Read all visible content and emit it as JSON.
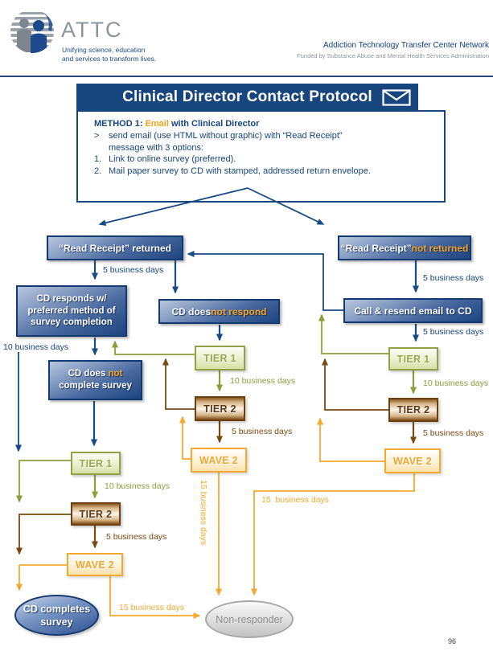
{
  "header": {
    "logo": "ATTC",
    "tagline": "Unifying science, education\nand services to transform lives.",
    "network_name": "Addiction Technology Transfer Center Network",
    "funding_note": "Funded by Substance Abuse and Mental Health Services Administration"
  },
  "banner": {
    "title": "Clinical Director Contact Protocol"
  },
  "method_box": {
    "heading": {
      "prefix": "METHOD 1: ",
      "highlight": "Email",
      "suffix": " with Clinical Director"
    },
    "items": [
      {
        "marker": ">",
        "text": "send email (use HTML without graphic) with “Read Receipt” message with 3 options:"
      },
      {
        "marker": "1.",
        "text": "Link to online survey (preferred)."
      },
      {
        "marker": "2.",
        "text": "Mail paper survey to CD with stamped, addressed return envelope."
      }
    ]
  },
  "flowchart": {
    "nodes": {
      "returned": "“Read Receipt” returned",
      "not_returned": {
        "prefix": "“Read Receipt” ",
        "highlight": "not returned"
      },
      "cd_responds": "CD responds w/\npreferred method of\nsurvey completion",
      "cd_not_respond": {
        "prefix": "CD does ",
        "highlight": "not respond"
      },
      "call_resend": "Call & resend email to CD",
      "cd_not_complete": {
        "prefix": "CD does ",
        "highlight": "not",
        "line2": "complete survey"
      },
      "tier1": "TIER 1",
      "tier2": "TIER 2",
      "wave2": "WAVE 2",
      "cd_completes": "CD completes\nsurvey",
      "non_responder": "Non-responder"
    },
    "durations": {
      "five": "5 business days",
      "ten": "10 business days",
      "fifteen": "15 business days",
      "fifteen_wide": "15  business days"
    },
    "colors": {
      "navy": "#17457E",
      "orange": "#F5A21F",
      "olive": "#8C9E3C",
      "brown": "#7B4A12",
      "grey": "#9A9A9A"
    }
  },
  "footer": {
    "page_number": "96"
  }
}
